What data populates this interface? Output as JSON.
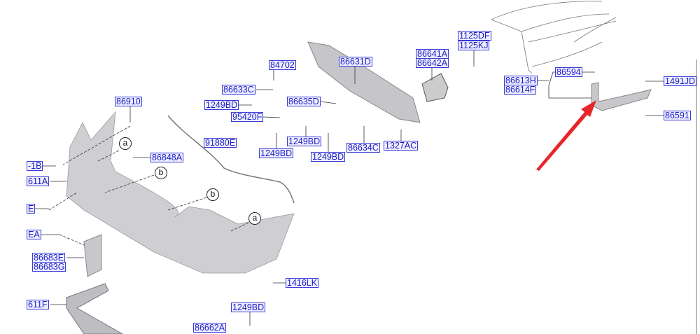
{
  "labels": {
    "l1125df": "1125DF",
    "l1125kj": "1125KJ",
    "l86641a": "86641A",
    "l86642a": "86642A",
    "l84702": "84702",
    "l86631d": "86631D",
    "l86633c": "86633C",
    "l1249bd_a": "1249BD",
    "l86635d": "86635D",
    "l95420f": "95420F",
    "l91880e": "91880E",
    "l1249bd_b": "1249BD",
    "l1249bd_c": "1249BD",
    "l1249bd_d": "1249BD",
    "l86634c": "86634C",
    "l1327ac": "1327AC",
    "l86910": "86910",
    "l86848a": "86848A",
    "l1b": "-1B",
    "l611a": "611A",
    "le": "E",
    "lea": "EA",
    "l86683e": "86683E",
    "l86683g": "86683G",
    "l611f": "611F",
    "l1416lk": "1416LK",
    "l1249bd_e": "1249BD",
    "l86662a": "86662A",
    "l86594": "86594",
    "l86613h": "86613H",
    "l86614f": "86614F",
    "l1491jd": "1491JD",
    "l86591": "86591"
  },
  "callouts": {
    "a": "a",
    "b": "b"
  },
  "colors": {
    "label_border": "#3a3ad6",
    "label_text": "#1b1bc8",
    "arrow": "#e8262a",
    "part": "#c8c8cc"
  }
}
